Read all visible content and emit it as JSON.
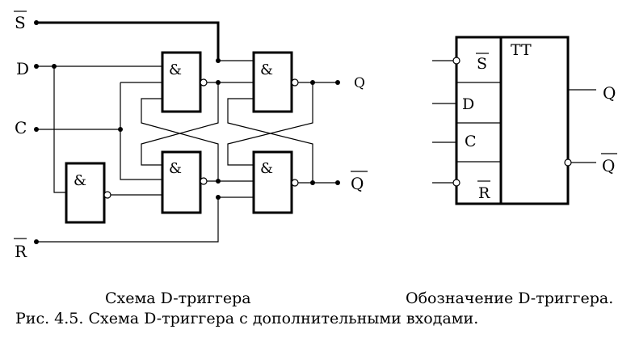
{
  "circuit": {
    "inputs": {
      "s_bar": "S",
      "d": "D",
      "c": "C",
      "r_bar": "R"
    },
    "gate_symbol": "&",
    "outputs": {
      "q": "Q",
      "q_bar": "Q"
    }
  },
  "symbol": {
    "type_label": "TT",
    "pins": {
      "s_bar": "S",
      "d": "D",
      "c": "C",
      "r_bar": "R"
    },
    "outputs": {
      "q": "Q",
      "q_bar": "Q"
    }
  },
  "captions": {
    "left": "Схема D-триггера",
    "right": "Обозначение D-триггера.",
    "figure": "Рис. 4.5. Схема D-триггера с дополнительными входами."
  }
}
